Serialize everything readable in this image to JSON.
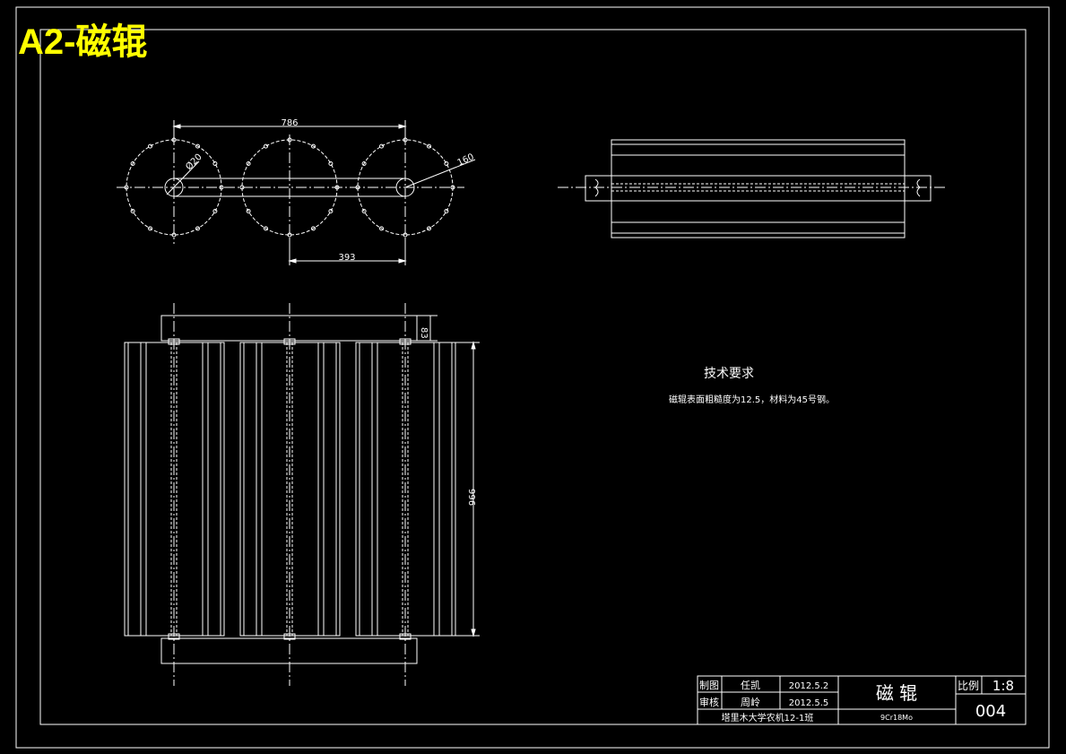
{
  "sheet": {
    "title": "A2-磁辊",
    "colors": {
      "background": "#000000",
      "lines": "#ffffff",
      "title": "#ffff00"
    }
  },
  "dimensions": {
    "overall_width": "786",
    "pitch": "393",
    "hole_dia": "Ø20",
    "circle_dia": "160",
    "end_height": "83",
    "body_length": "996"
  },
  "tech_requirements": {
    "heading": "技术要求",
    "text": "磁辊表面粗糙度为12.5，材料为45号钢。"
  },
  "title_block": {
    "row1_role": "制图",
    "row1_name": "任凯",
    "row1_date": "2012.5.2",
    "row2_role": "审核",
    "row2_name": "周岭",
    "row2_date": "2012.5.5",
    "school": "塔里木大学农机12-1班",
    "part_name": "磁 辊",
    "material": "9Cr18Mo",
    "scale_label": "比例",
    "scale_value": "1:8",
    "drawing_no": "004"
  }
}
